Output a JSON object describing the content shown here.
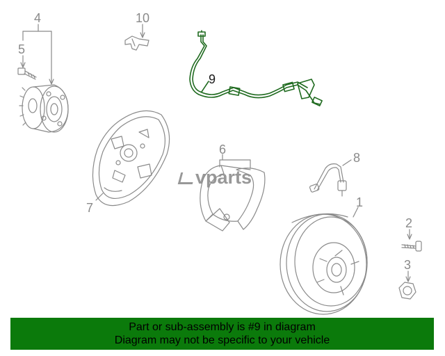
{
  "callouts": {
    "c1": "1",
    "c2": "2",
    "c3": "3",
    "c4": "4",
    "c5": "5",
    "c6": "6",
    "c7": "7",
    "c8": "8",
    "c9": "9",
    "c10": "10"
  },
  "watermark": "vparts",
  "footer": {
    "line1": "Part or sub-assembly is #9 in diagram",
    "line2": "Diagram may not be specific to your vehicle"
  },
  "colors": {
    "footer_bg": "#0b7a0b",
    "part_line": "#8a8a8a",
    "highlight_part": "#1f6a1f"
  }
}
